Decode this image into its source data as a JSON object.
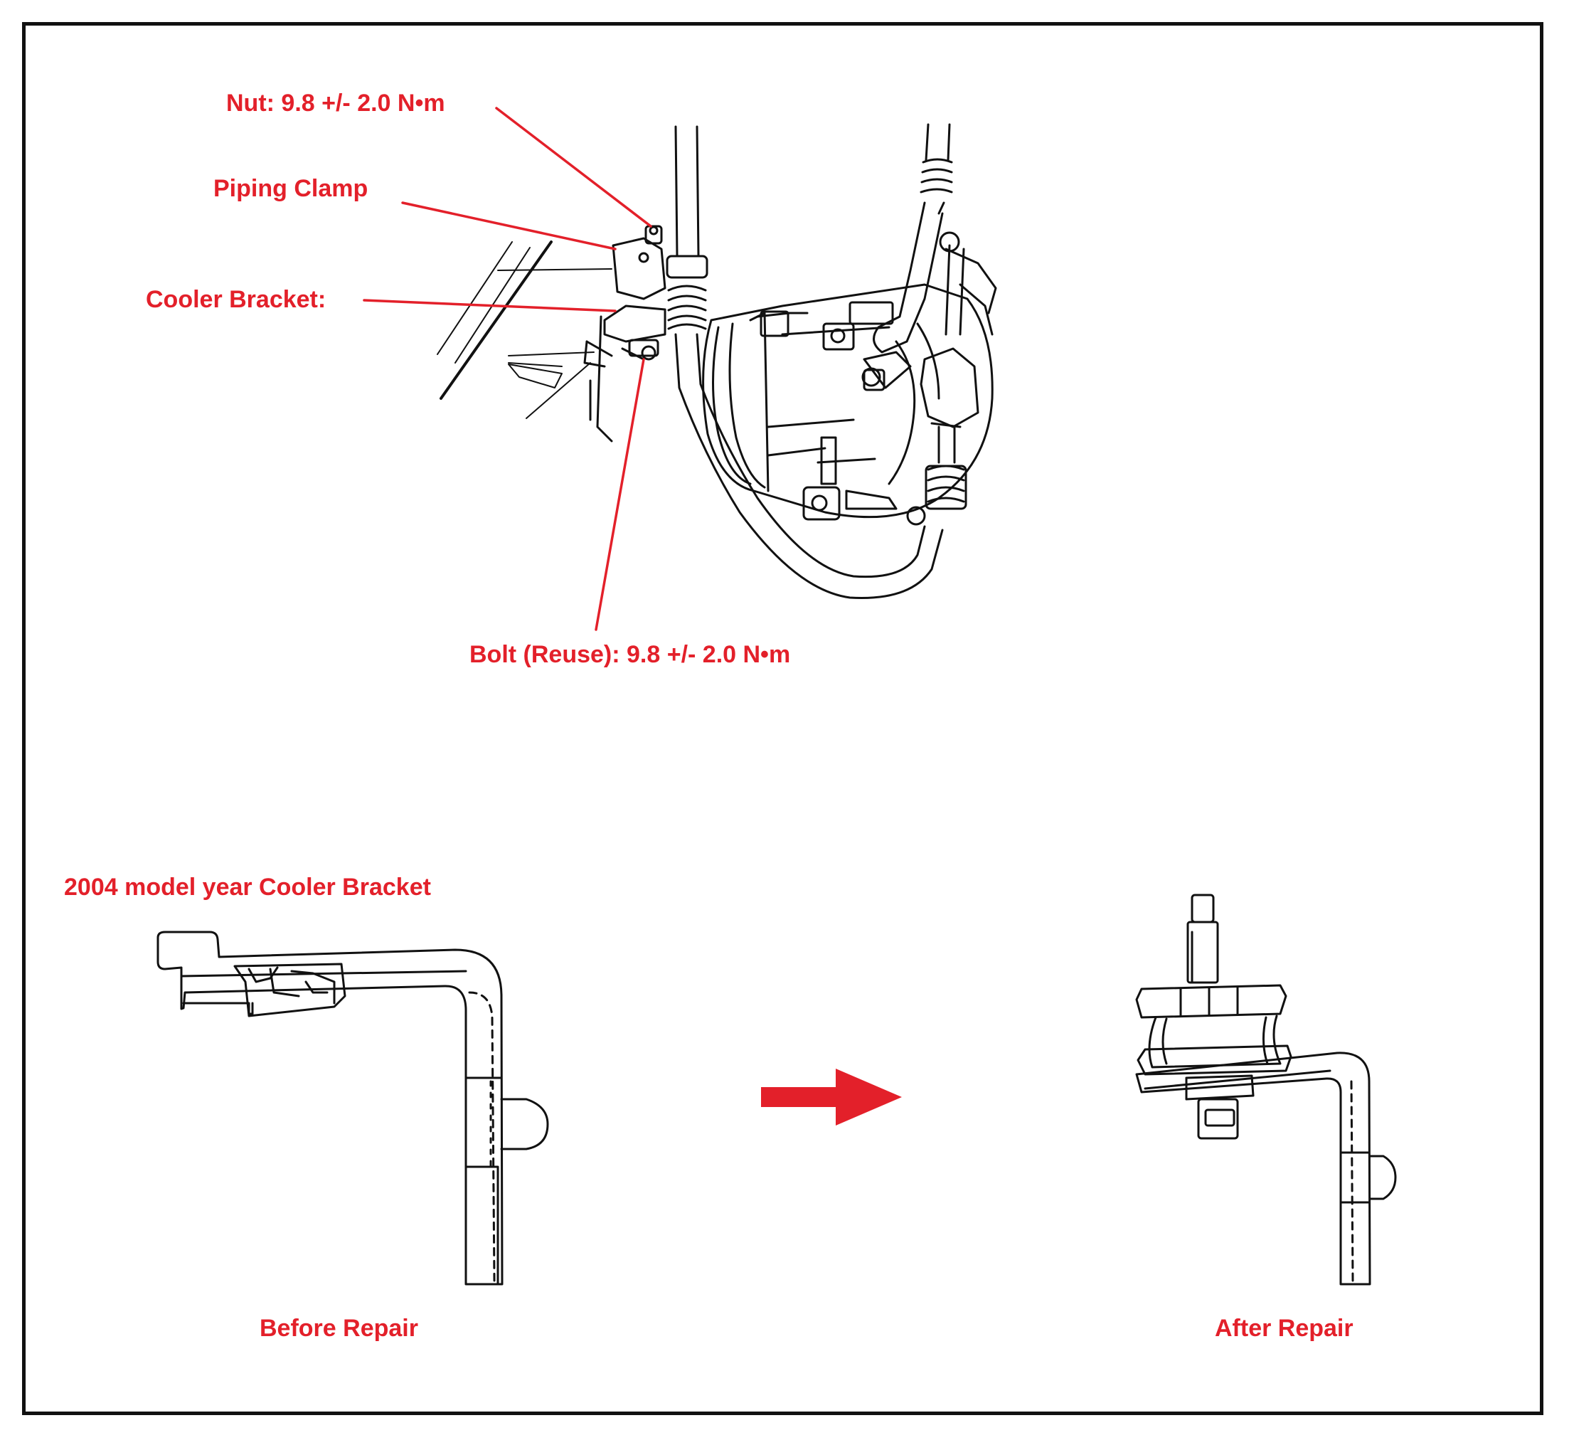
{
  "colors": {
    "annotation": "#e3202a",
    "line_art": "#111111",
    "background": "#ffffff"
  },
  "top_diagram": {
    "callouts": {
      "nut": "Nut: 9.8 +/- 2.0 N•m",
      "piping_clamp": "Piping Clamp",
      "cooler_bracket": "Cooler Bracket:",
      "bolt": "Bolt (Reuse): 9.8 +/- 2.0 N•m"
    }
  },
  "bottom_diagram": {
    "heading": "2004 model year Cooler Bracket",
    "before_caption": "Before Repair",
    "after_caption": "After Repair",
    "arrow_icon": "right-arrow-icon"
  }
}
